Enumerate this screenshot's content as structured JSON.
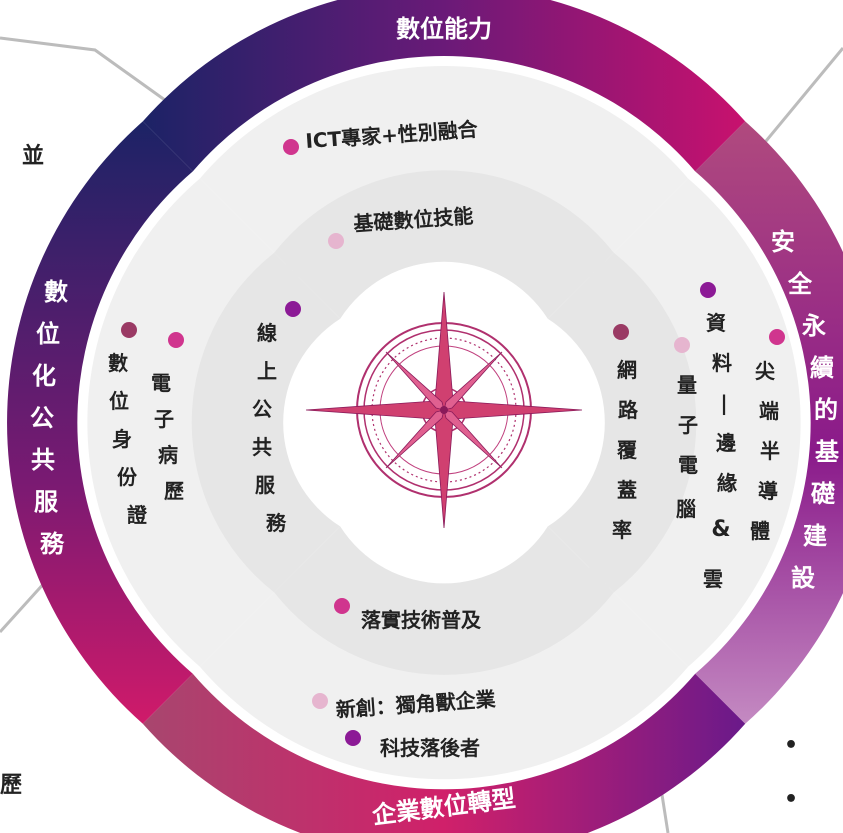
{
  "ring": {
    "top": "數位能力",
    "right": "安全永續的基礎建設",
    "bottom": "企業數位轉型",
    "left": "數位化公共服務"
  },
  "middle": {
    "top": "ICT專家+性別融合",
    "bottom_1": "新創：獨角獸企業",
    "bottom_2": "科技落後者",
    "right_col_1": "尖端半導體",
    "right_col_2": "資料—邊緣&雲",
    "left_col_1": "電子病歷",
    "left_col_2": "數位身份證"
  },
  "inner": {
    "top": "基礎數位技能",
    "bottom": "落實技術普及",
    "right": "網路覆蓋率",
    "left": "線上公共服務"
  },
  "edge_text": {
    "left_top": "並",
    "left_bottom": "歷",
    "bullet_1": "•",
    "bullet_2": "•"
  },
  "colors": {
    "navy": "#1c2366",
    "magenta": "#c8116e",
    "purple": "#7a0c8c",
    "mauve": "#a84a78",
    "light_gray": "#f0f0f0",
    "mid_gray": "#e6e6e6",
    "dot_pink": "#d0358e",
    "dot_light_pink": "#e6b5cf",
    "dot_purple": "#8c1a96",
    "dot_maroon": "#9a3a64"
  }
}
